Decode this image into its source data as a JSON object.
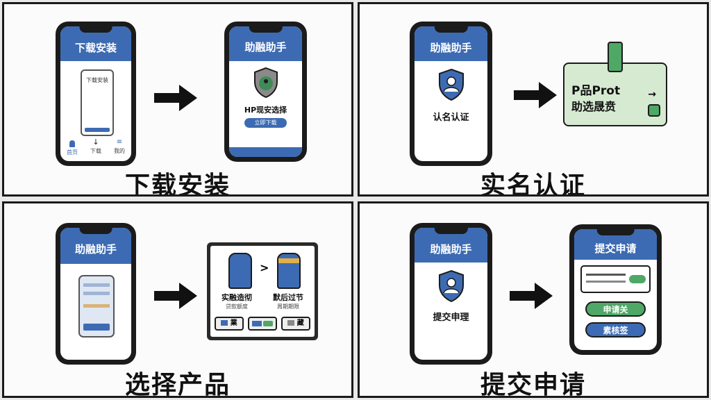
{
  "panels": [
    {
      "caption": "下载安装",
      "phone1": {
        "header": "下载安装",
        "inner_title": "下载安装",
        "nav": [
          "首页",
          "下载",
          "我的"
        ]
      },
      "phone2": {
        "header": "助融助手",
        "label": "HP现安选择",
        "pill": "立即下载"
      }
    },
    {
      "caption": "实名认证",
      "phone": {
        "header": "助融助手",
        "label": "认名认证"
      },
      "card": {
        "line1": "P品Prot",
        "line2": "助选晟贲"
      }
    },
    {
      "caption": "选择产品",
      "phone": {
        "header": "助融助手"
      },
      "tablet": {
        "left_label": "实融造彻",
        "left_sub": "贷款额度",
        "right_label": "默后过节",
        "right_sub": "周期期限",
        "buttons": [
          "業",
          "",
          "藏"
        ]
      }
    },
    {
      "caption": "提交申请",
      "phone": {
        "header": "助融助手",
        "label": "提交申理"
      },
      "phone2": {
        "header": "提交申请",
        "btn1": "申请关",
        "btn2": "素核签"
      }
    }
  ],
  "colors": {
    "primary": "#3d6bb3",
    "green": "#4fa865",
    "card_bg": "#d6ead2",
    "border": "#1b1b1b"
  }
}
